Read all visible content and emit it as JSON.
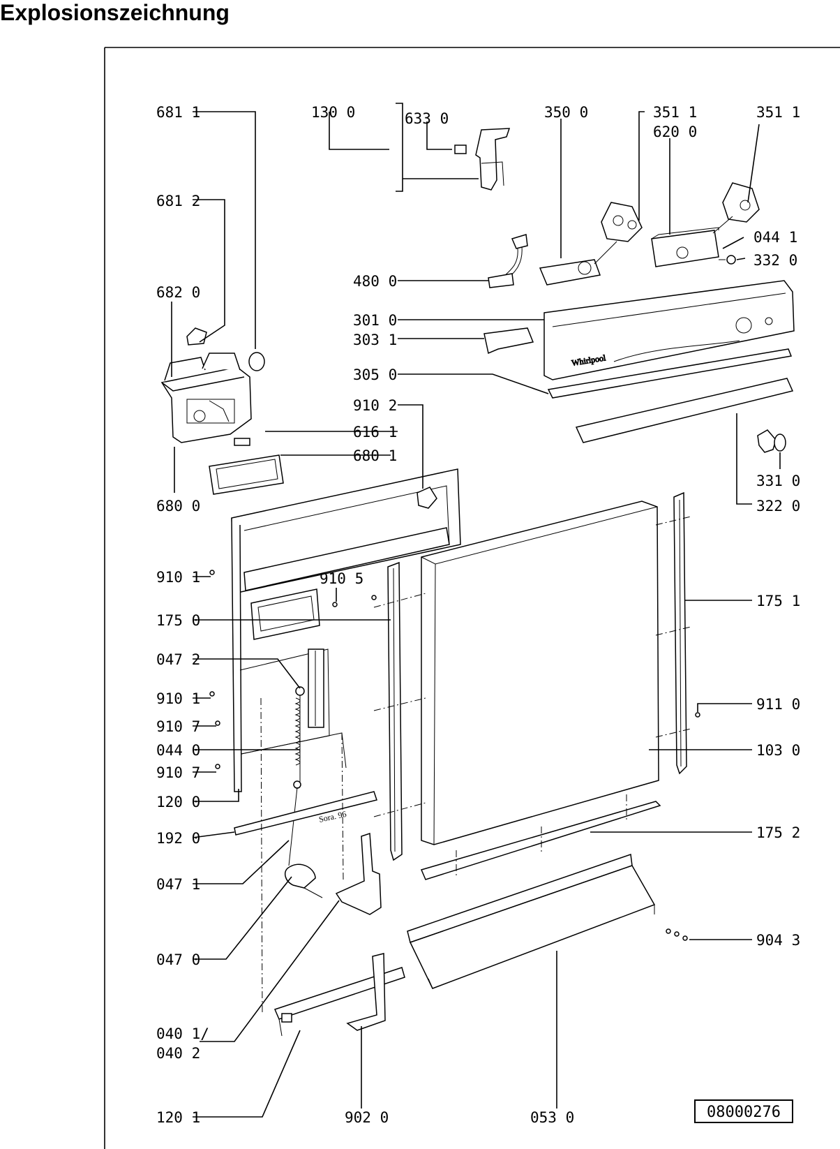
{
  "title": "Explosionszeichnung",
  "document_number": "08000276",
  "part_labels": {
    "p6811": "681 1",
    "p1300": "130 0",
    "p6330": "633 0",
    "p3500": "350 0",
    "p3511a": "351 1",
    "p6200": "620 0",
    "p3511b": "351 1",
    "p6812": "681 2",
    "p0441": "044 1",
    "p3320": "332 0",
    "p4800": "480 0",
    "p6820": "682 0",
    "p3010": "301 0",
    "p3031": "303 1",
    "p3050": "305 0",
    "p9102": "910 2",
    "p6161": "616 1",
    "p6801": "680 1",
    "p3310": "331 0",
    "p6800": "680 0",
    "p3220": "322 0",
    "p9101a": "910 1",
    "p9105": "910 5",
    "p1751": "175 1",
    "p1750": "175 0",
    "p0472": "047 2",
    "p9101b": "910 1",
    "p9110": "911 0",
    "p9107a": "910 7",
    "p0440": "044 0",
    "p1030": "103 0",
    "p9107b": "910 7",
    "p1200": "120 0",
    "p1920": "192 0",
    "p1752": "175 2",
    "p0471": "047 1",
    "p9043": "904 3",
    "p0470": "047 0",
    "p0401": "040 1/",
    "p0402": "040 2",
    "p1201": "120 1",
    "p9020": "902 0",
    "p0530": "053 0"
  },
  "panel_brand": "Whirlpool",
  "stamp_text": "Sora. 96"
}
